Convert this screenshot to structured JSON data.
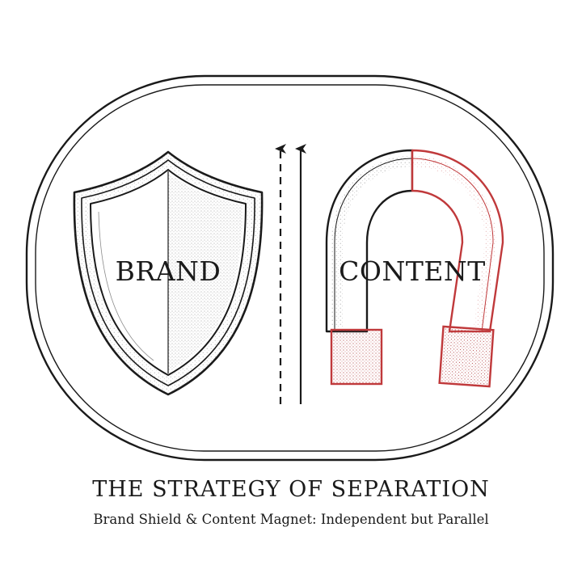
{
  "diagram": {
    "shield_label": "BRAND",
    "magnet_label": "CONTENT",
    "shield_icon": "shield-icon",
    "magnet_icon": "magnet-icon",
    "arrow_icon": "up-arrow-icon"
  },
  "caption": {
    "title": "THE STRATEGY OF SEPARATION",
    "subtitle": "Brand Shield & Content Magnet: Independent but Parallel"
  },
  "colors": {
    "ink": "#1a1a1a",
    "accent_red": "#c0393b",
    "background": "#ffffff"
  }
}
